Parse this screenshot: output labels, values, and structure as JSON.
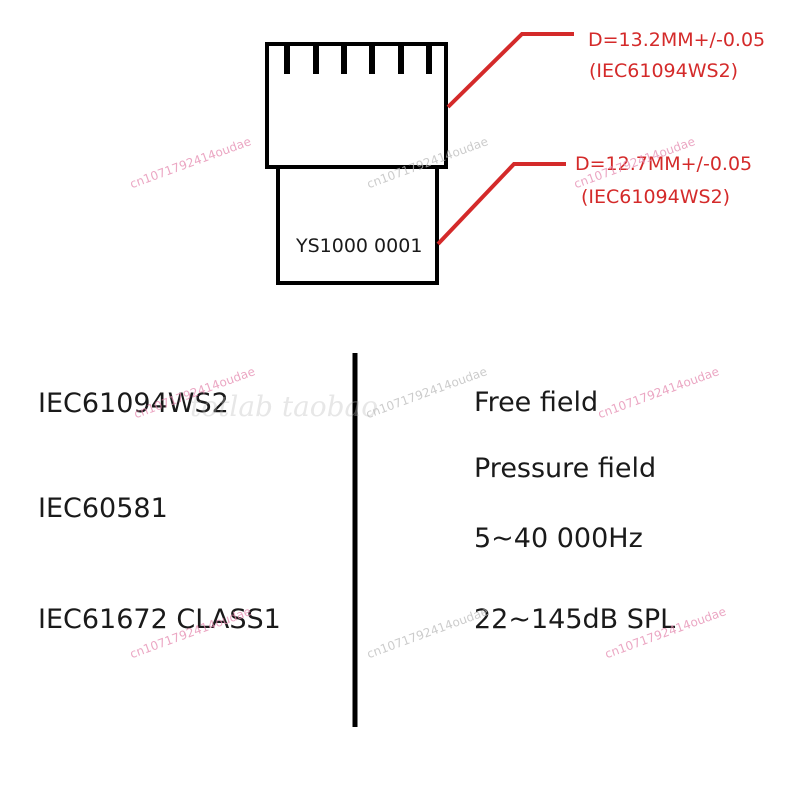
{
  "colors": {
    "line": "#000000",
    "annotation": "#d42a2a",
    "watermark_pink": "#e58ab0",
    "watermark_gray": "#bbbbbb"
  },
  "microphone": {
    "part_label": "YS1000 0001"
  },
  "annotations": {
    "top": {
      "line1": "D=13.2MM+/-0.05",
      "line2": "(IEC61094WS2)"
    },
    "bottom": {
      "line1": "D=12.7MM+/-0.05",
      "line2": "(IEC61094WS2)"
    }
  },
  "specs": {
    "left": [
      "IEC61094WS2",
      "IEC60581",
      "IEC61672 CLASS1"
    ],
    "right": [
      "Free field",
      "Pressure field",
      "5~40 000Hz",
      "22~145dB SPL"
    ]
  },
  "watermark": {
    "id_text": "cn1071792414oudae",
    "shop_text": "totlab taobao"
  }
}
